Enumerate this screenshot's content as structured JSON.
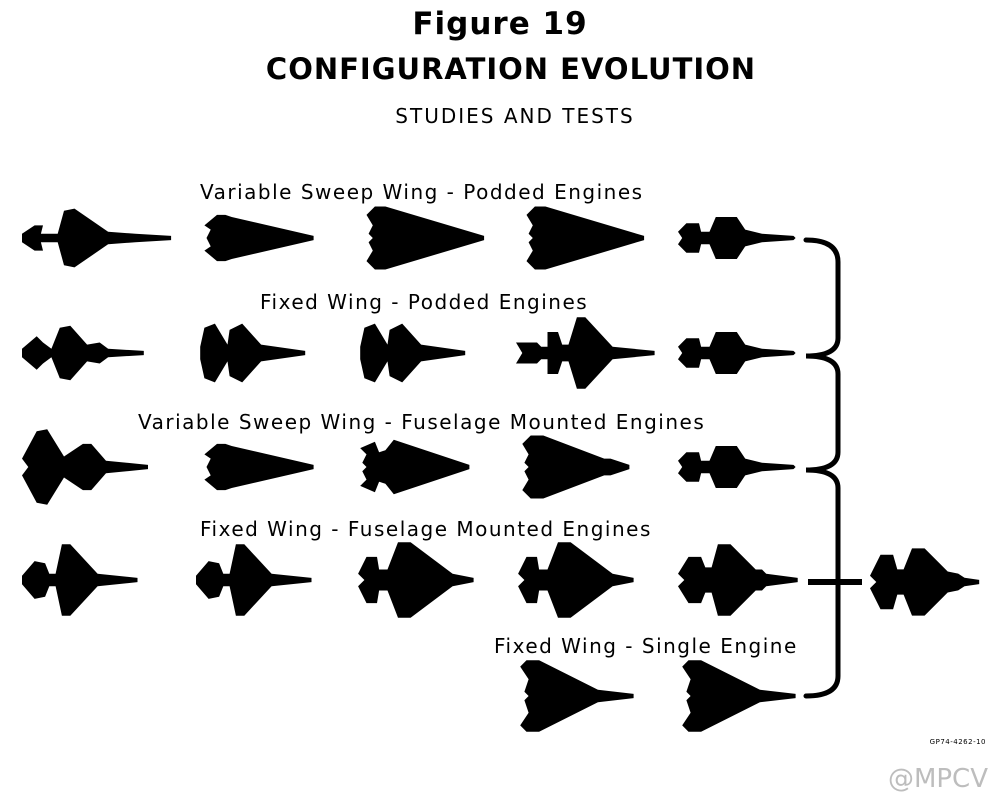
{
  "figure": {
    "title": "Figure 19",
    "subtitle": "CONFIGURATION EVOLUTION",
    "subsubtitle": "STUDIES AND TESTS"
  },
  "rows": [
    {
      "label": "Variable Sweep Wing - Podded Engines",
      "types": [
        "swing-tail",
        "delta-ventral",
        "delta-big",
        "delta-big",
        "twin-tail"
      ]
    },
    {
      "label": "Fixed Wing - Podded Engines",
      "types": [
        "canard-twin",
        "double-delta",
        "double-delta",
        "arrow-long",
        "twin-tail"
      ]
    },
    {
      "label": "Variable Sweep Wing - Fuselage Mounted Engines",
      "types": [
        "swept-back",
        "delta-ventral",
        "delta-nacelle",
        "delta-tailcone",
        "twin-tail"
      ]
    },
    {
      "label": "Fixed Wing - Fuselage Mounted Engines",
      "types": [
        "tailed-delta",
        "tailed-delta",
        "cranked-delta",
        "cranked-delta",
        "fighter-tail"
      ]
    },
    {
      "label": "Fixed Wing - Single Engine",
      "types": [
        "single-delta",
        "single-delta"
      ]
    }
  ],
  "result": {
    "type": "final-fighter"
  },
  "ref_code": "GP74-4262-10",
  "watermark": "@MPCV"
}
